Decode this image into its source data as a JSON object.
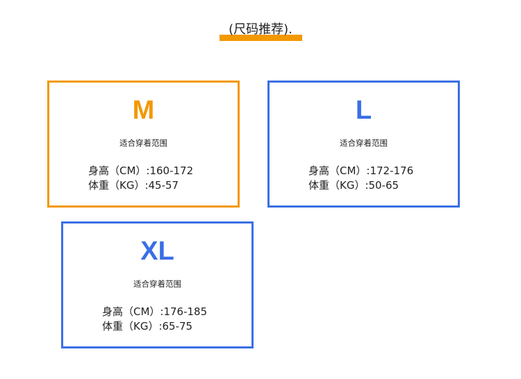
{
  "header": {
    "title": "(尺码推荐).",
    "accent_color": "#f39800"
  },
  "colors": {
    "orange": "#f39800",
    "blue": "#3a6fe5"
  },
  "cards": [
    {
      "size": "M",
      "caption": "适合穿着范围",
      "height": "身高（CM）:160-172",
      "weight": "体重（KG）:45-57"
    },
    {
      "size": "L",
      "caption": "适合穿着范围",
      "height": "身高（CM）:172-176",
      "weight": "体重（KG）:50-65"
    },
    {
      "size": "XL",
      "caption": "适合穿着范围",
      "height": "身高（CM）:176-185",
      "weight": "体重（KG）:65-75"
    }
  ]
}
